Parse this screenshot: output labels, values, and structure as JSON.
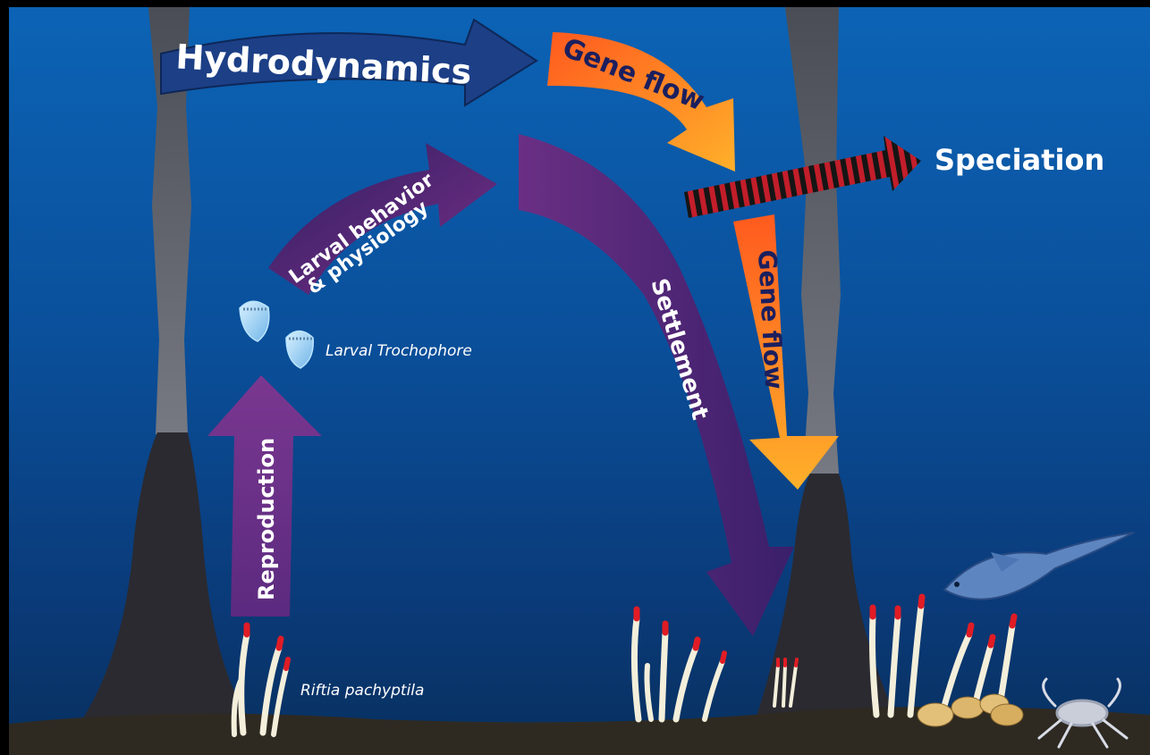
{
  "labels": {
    "hydrodynamics": "Hydrodynamics",
    "gene_flow_top": "Gene flow",
    "gene_flow_right": "Gene flow",
    "speciation": "Speciation",
    "larval_behavior_line1": "Larval behavior",
    "larval_behavior_line2": "& physiology",
    "settlement": "Settlement",
    "reproduction": "Reproduction",
    "larval_trochophore": "Larval Trochophore",
    "riftia": "Riftia pachyptila"
  },
  "colors": {
    "hydrodynamics_arrow": "#1c3f86",
    "gene_flow_arrow_start": "#ff5a1e",
    "gene_flow_arrow_end": "#ffb02a",
    "purple_arrow": "#5a2378",
    "speciation_stripe_red": "#c21e2a",
    "speciation_stripe_black": "#151515"
  }
}
